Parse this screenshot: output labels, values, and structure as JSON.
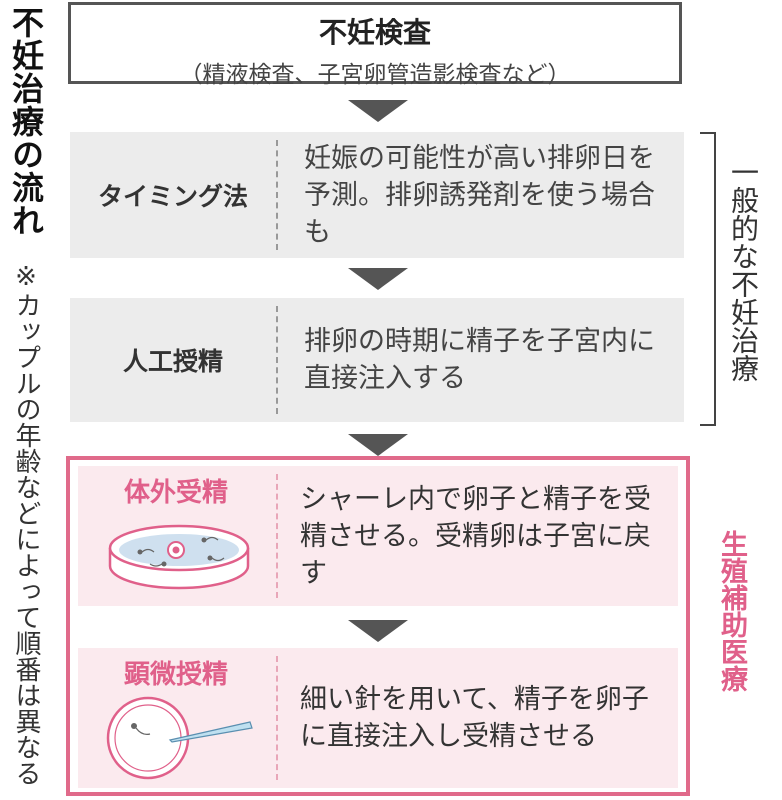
{
  "side": {
    "title": "不妊治療の流れ",
    "note": "※カップルの年齢などによって順番は異なる"
  },
  "top": {
    "title": "不妊検査",
    "subtitle": "（精液検査、子宮卵管造影検査など）"
  },
  "general": {
    "label": "一般的な不妊治療",
    "rows": [
      {
        "label": "タイミング法",
        "desc": "妊娠の可能性が高い排卵日を予測。排卵誘発剤を使う場合も"
      },
      {
        "label": "人工授精",
        "desc": "排卵の時期に精子を子宮内に直接注入する"
      }
    ]
  },
  "art": {
    "label": "生殖補助医療",
    "rows": [
      {
        "label": "体外受精",
        "desc": "シャーレ内で卵子と精子を受精させる。受精卵は子宮に戻す",
        "icon": "petri-dish-icon"
      },
      {
        "label": "顕微授精",
        "desc": "細い針を用いて、精子を卵子に直接注入し受精させる",
        "icon": "microinjection-icon"
      }
    ]
  },
  "colors": {
    "pink": "#e0608a",
    "pink_bg": "#fbeaee",
    "gray_bg": "#ececec",
    "dark": "#555555"
  }
}
